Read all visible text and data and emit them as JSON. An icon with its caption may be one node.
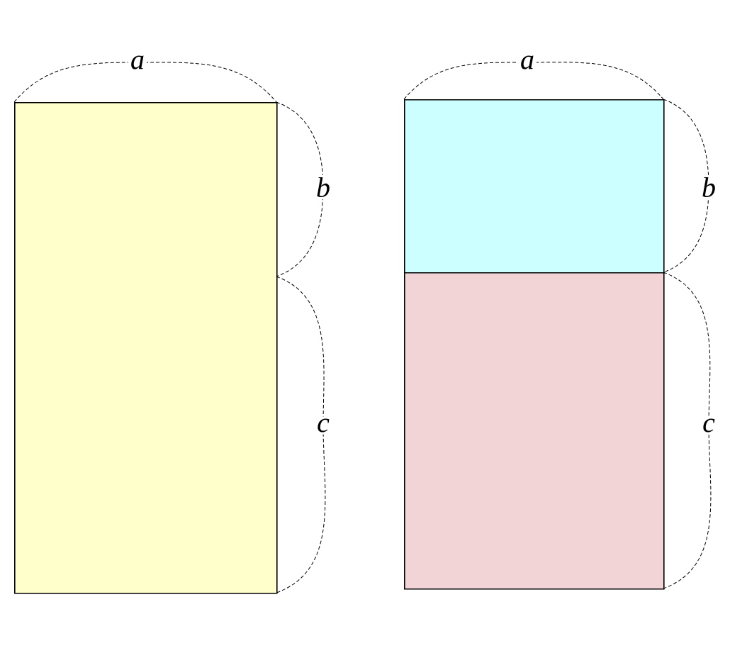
{
  "diagram": {
    "nodes": [
      {
        "text": [],
        "shape": "box"
      },
      {
        "text": [],
        "shape": "box"
      },
      {
        "text": [],
        "shape": "box"
      }
    ],
    "labels": [
      "a",
      "b",
      "c",
      "a",
      "b",
      "c"
    ]
  }
}
